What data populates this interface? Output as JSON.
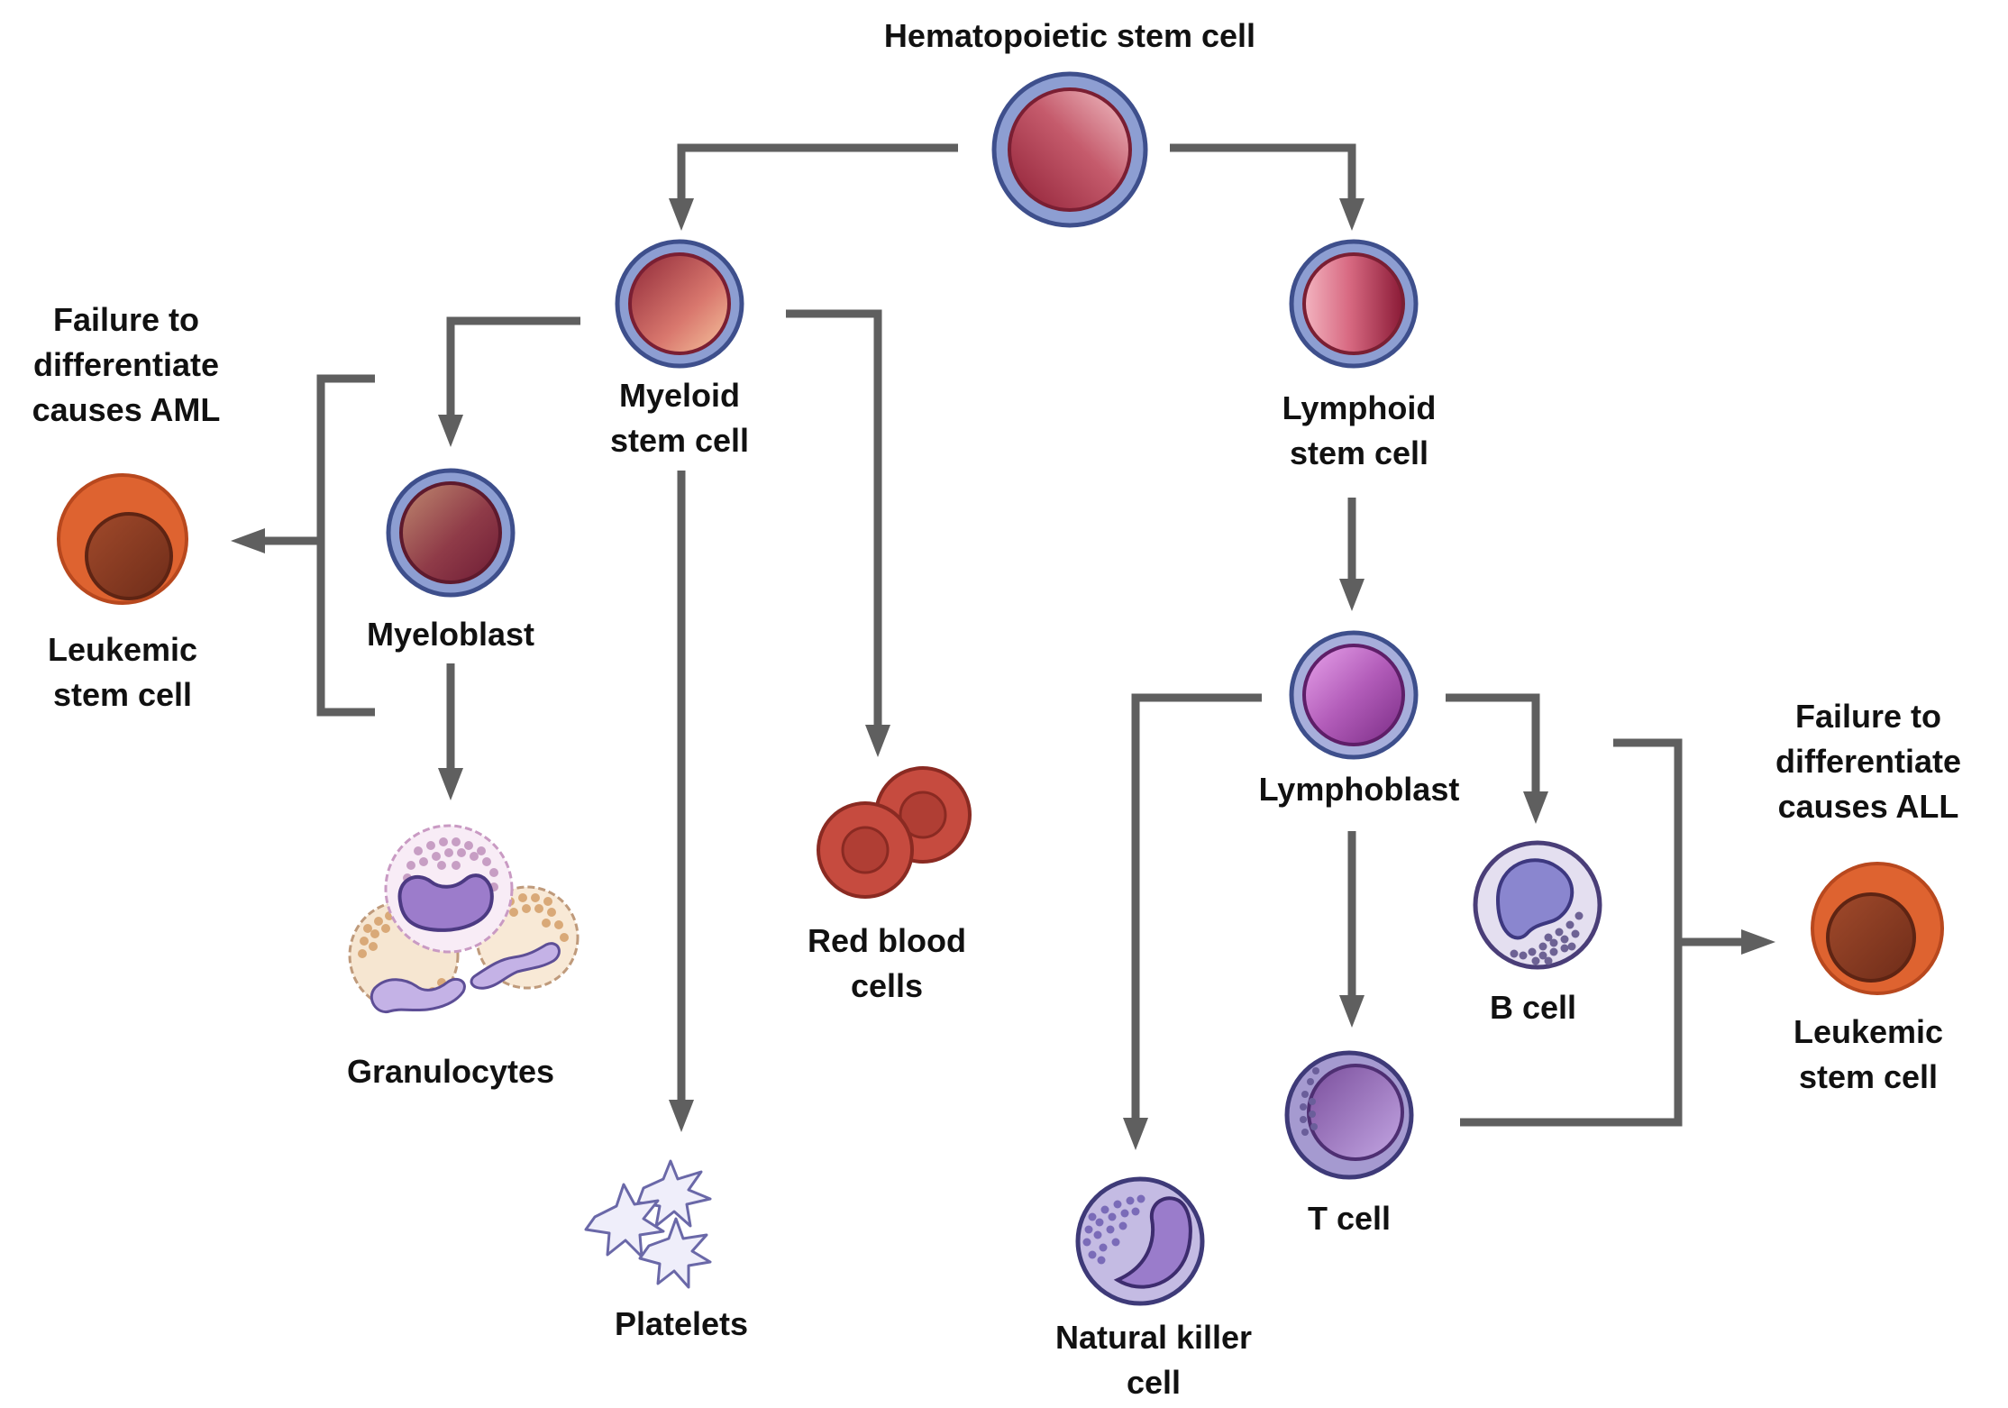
{
  "labels": {
    "hsc": "Hematopoietic stem cell",
    "myeloid_1": "Myeloid",
    "myeloid_2": "stem cell",
    "lymphoid_1": "Lymphoid",
    "lymphoid_2": "stem cell",
    "aml_1": "Failure to",
    "aml_2": "differentiate",
    "aml_3": "causes AML",
    "leukemic_left_1": "Leukemic",
    "leukemic_left_2": "stem cell",
    "myeloblast": "Myeloblast",
    "granulocytes": "Granulocytes",
    "platelets": "Platelets",
    "rbc_1": "Red blood",
    "rbc_2": "cells",
    "lymphoblast": "Lymphoblast",
    "nk_1": "Natural killer",
    "nk_2": "cell",
    "t_cell": "T cell",
    "b_cell": "B cell",
    "all_1": "Failure to",
    "all_2": "differentiate",
    "all_3": "causes ALL",
    "leukemic_right_1": "Leukemic",
    "leukemic_right_2": "stem cell"
  },
  "colors": {
    "connector": "#5f5f5f",
    "stem_outer": "#7f8fc7",
    "stem_inner": "#a7374a",
    "leukemic": "#d9622b",
    "lymphoblast": "#9b3f9e",
    "rbc": "#c94a3f",
    "lymphocyte": "#9b7fc9"
  },
  "icons": {
    "hsc": "stem-cell-icon",
    "leukemic": "leukemic-cell-icon",
    "granulocytes": "granulocyte-cluster-icon",
    "platelets": "platelet-icon",
    "rbc": "red-blood-cell-icon"
  }
}
